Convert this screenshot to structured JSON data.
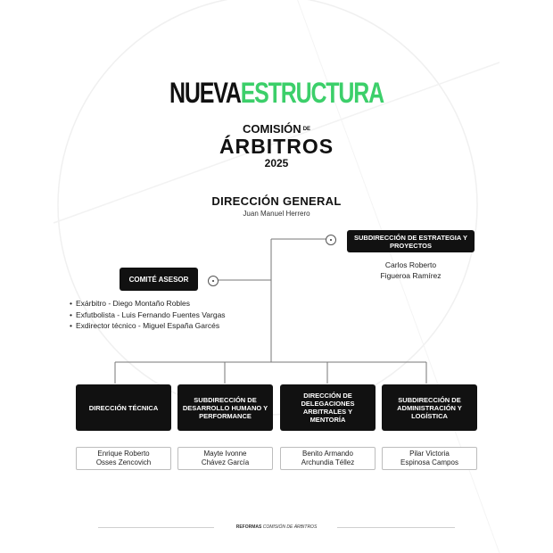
{
  "header": {
    "title_word1": "NUEVA",
    "title_word2": "ESTRUCTURA",
    "comision_line1": "COMISIÓN",
    "comision_de": "DE",
    "comision_line2": "ÁRBITROS",
    "year": "2025"
  },
  "direccion_general": {
    "title": "DIRECCIÓN GENERAL",
    "name": "Juan Manuel Herrero"
  },
  "subdireccion_estrategia": {
    "title": "SUBDIRECCIÓN DE ESTRATEGIA Y PROYECTOS",
    "name_line1": "Carlos Roberto",
    "name_line2": "Figueroa Ramírez"
  },
  "comite_asesor": {
    "title": "COMITÉ ASESOR",
    "members": [
      "Exárbitro - Diego Montaño Robles",
      "Exfutbolista - Luis Fernando Fuentes Vargas",
      "Exdirector técnico - Miguel España Garcés"
    ]
  },
  "units": [
    {
      "title": "DIRECCIÓN TÉCNICA",
      "name_line1": "Enrique Roberto",
      "name_line2": "Osses Zencovich"
    },
    {
      "title": "SUBDIRECCIÓN DE DESARROLLO HUMANO Y PERFORMANCE",
      "name_line1": "Mayte Ivonne",
      "name_line2": "Chávez García"
    },
    {
      "title": "DIRECCIÓN DE DELEGACIONES ARBITRALES Y MENTORÍA",
      "name_line1": "Benito Armando",
      "name_line2": "Archundia Téllez"
    },
    {
      "title": "SUBDIRECCIÓN DE ADMINISTRACIÓN Y LOGÍSTICA",
      "name_line1": "Pilar Victoria",
      "name_line2": "Espinosa Campos"
    }
  ],
  "footer": {
    "bold": "REFORMAS",
    "italic": "COMISIÓN DE ÁRBITROS"
  },
  "colors": {
    "accent_green": "#3ccf6a",
    "box_black": "#111111"
  }
}
